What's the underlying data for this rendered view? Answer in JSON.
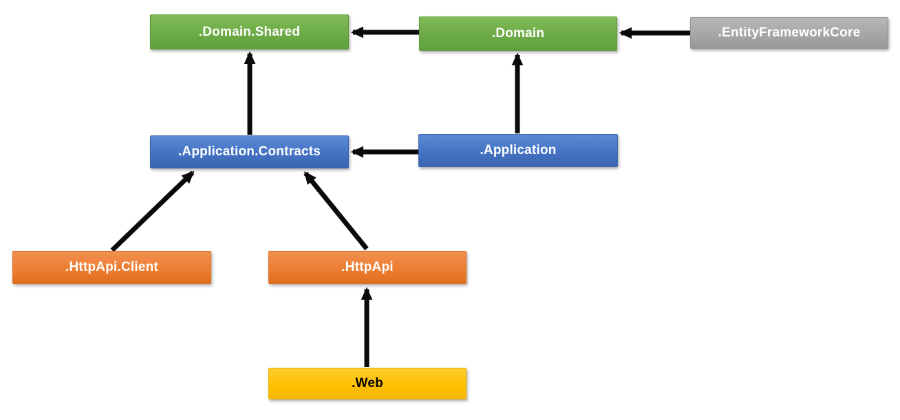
{
  "diagram": {
    "type": "dependency-diagram",
    "background_color": "#ffffff",
    "arrow_color": "#0a0a0a",
    "colors": {
      "green": "#70AD47",
      "blue": "#4472C4",
      "orange": "#ED7D31",
      "gray": "#A6A6A6",
      "gold": "#FFC000"
    }
  },
  "nodes": [
    {
      "id": "domain-shared",
      "label": ".Domain.Shared",
      "color": "#70AD47",
      "text_color": "#ffffff"
    },
    {
      "id": "domain",
      "label": ".Domain",
      "color": "#70AD47",
      "text_color": "#ffffff"
    },
    {
      "id": "entity-framework-core",
      "label": ".EntityFrameworkCore",
      "color": "#A6A6A6",
      "text_color": "#ffffff"
    },
    {
      "id": "application-contracts",
      "label": ".Application.Contracts",
      "color": "#4472C4",
      "text_color": "#ffffff"
    },
    {
      "id": "application",
      "label": ".Application",
      "color": "#4472C4",
      "text_color": "#ffffff"
    },
    {
      "id": "http-api-client",
      "label": ".HttpApi.Client",
      "color": "#ED7D31",
      "text_color": "#ffffff"
    },
    {
      "id": "http-api",
      "label": ".HttpApi",
      "color": "#ED7D31",
      "text_color": "#ffffff"
    },
    {
      "id": "web",
      "label": ".Web",
      "color": "#FFC000",
      "text_color": "#000000"
    }
  ],
  "edges": [
    {
      "from": ".Domain",
      "to": ".Domain.Shared"
    },
    {
      "from": ".EntityFrameworkCore",
      "to": ".Domain"
    },
    {
      "from": ".Application.Contracts",
      "to": ".Domain.Shared"
    },
    {
      "from": ".Application",
      "to": ".Domain"
    },
    {
      "from": ".Application",
      "to": ".Application.Contracts"
    },
    {
      "from": ".HttpApi.Client",
      "to": ".Application.Contracts"
    },
    {
      "from": ".HttpApi",
      "to": ".Application.Contracts"
    },
    {
      "from": ".Web",
      "to": ".HttpApi"
    }
  ]
}
